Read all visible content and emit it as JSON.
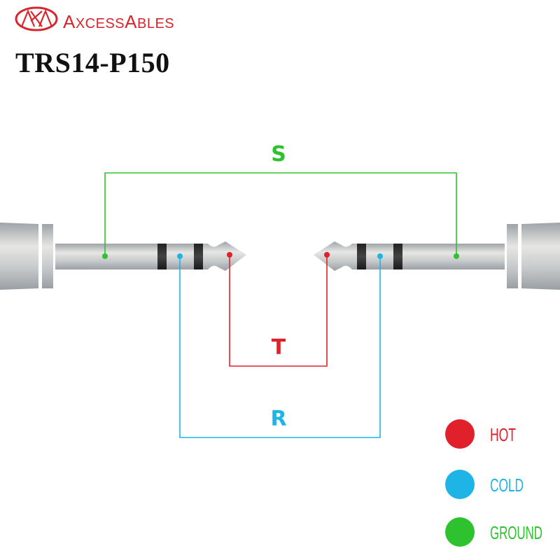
{
  "brand": {
    "logo_text": "AxcessAbles"
  },
  "title": "TRS14-P150",
  "colors": {
    "hot": "#e0202a",
    "cold": "#1fb4e6",
    "ground": "#2ec22e",
    "brand": "#d8262e"
  },
  "wires": {
    "s_label": "S",
    "t_label": "T",
    "r_label": "R"
  },
  "legend": [
    {
      "label": "HOT",
      "color": "#e0202a"
    },
    {
      "label": "COLD",
      "color": "#1fb4e6"
    },
    {
      "label": "GROUND",
      "color": "#2ec22e"
    }
  ]
}
